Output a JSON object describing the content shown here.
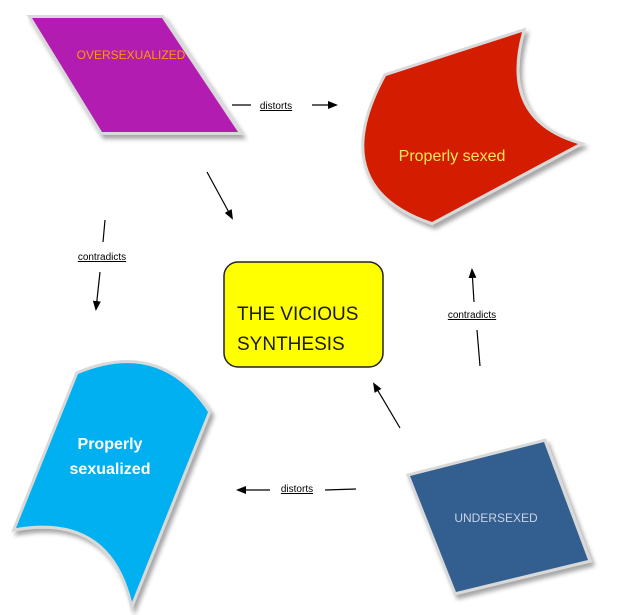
{
  "nodes": {
    "oversexualized": {
      "label": "OVERSEXUALIZED",
      "fill": "#b31cb1",
      "text_color": "#ff9900"
    },
    "properly_sexed": {
      "label": "Properly sexed",
      "fill": "#d31c00",
      "text_color": "#ffe65a"
    },
    "center": {
      "label_line1": "THE VICIOUS",
      "label_line2": "SYNTHESIS",
      "fill": "#ffff00",
      "text_color": "#1a1a1a"
    },
    "properly_sexualized": {
      "label_line1": "Properly",
      "label_line2": "sexualized",
      "fill": "#00b0f0",
      "text_color": "#ffffff"
    },
    "undersexed": {
      "label": "UNDERSEXED",
      "fill": "#335e90",
      "text_color": "#c8d4e6"
    }
  },
  "edges": {
    "top_distorts": "distorts",
    "left_contradicts": "contradicts",
    "right_contradicts": "contradicts",
    "bottom_distorts": "distorts"
  }
}
